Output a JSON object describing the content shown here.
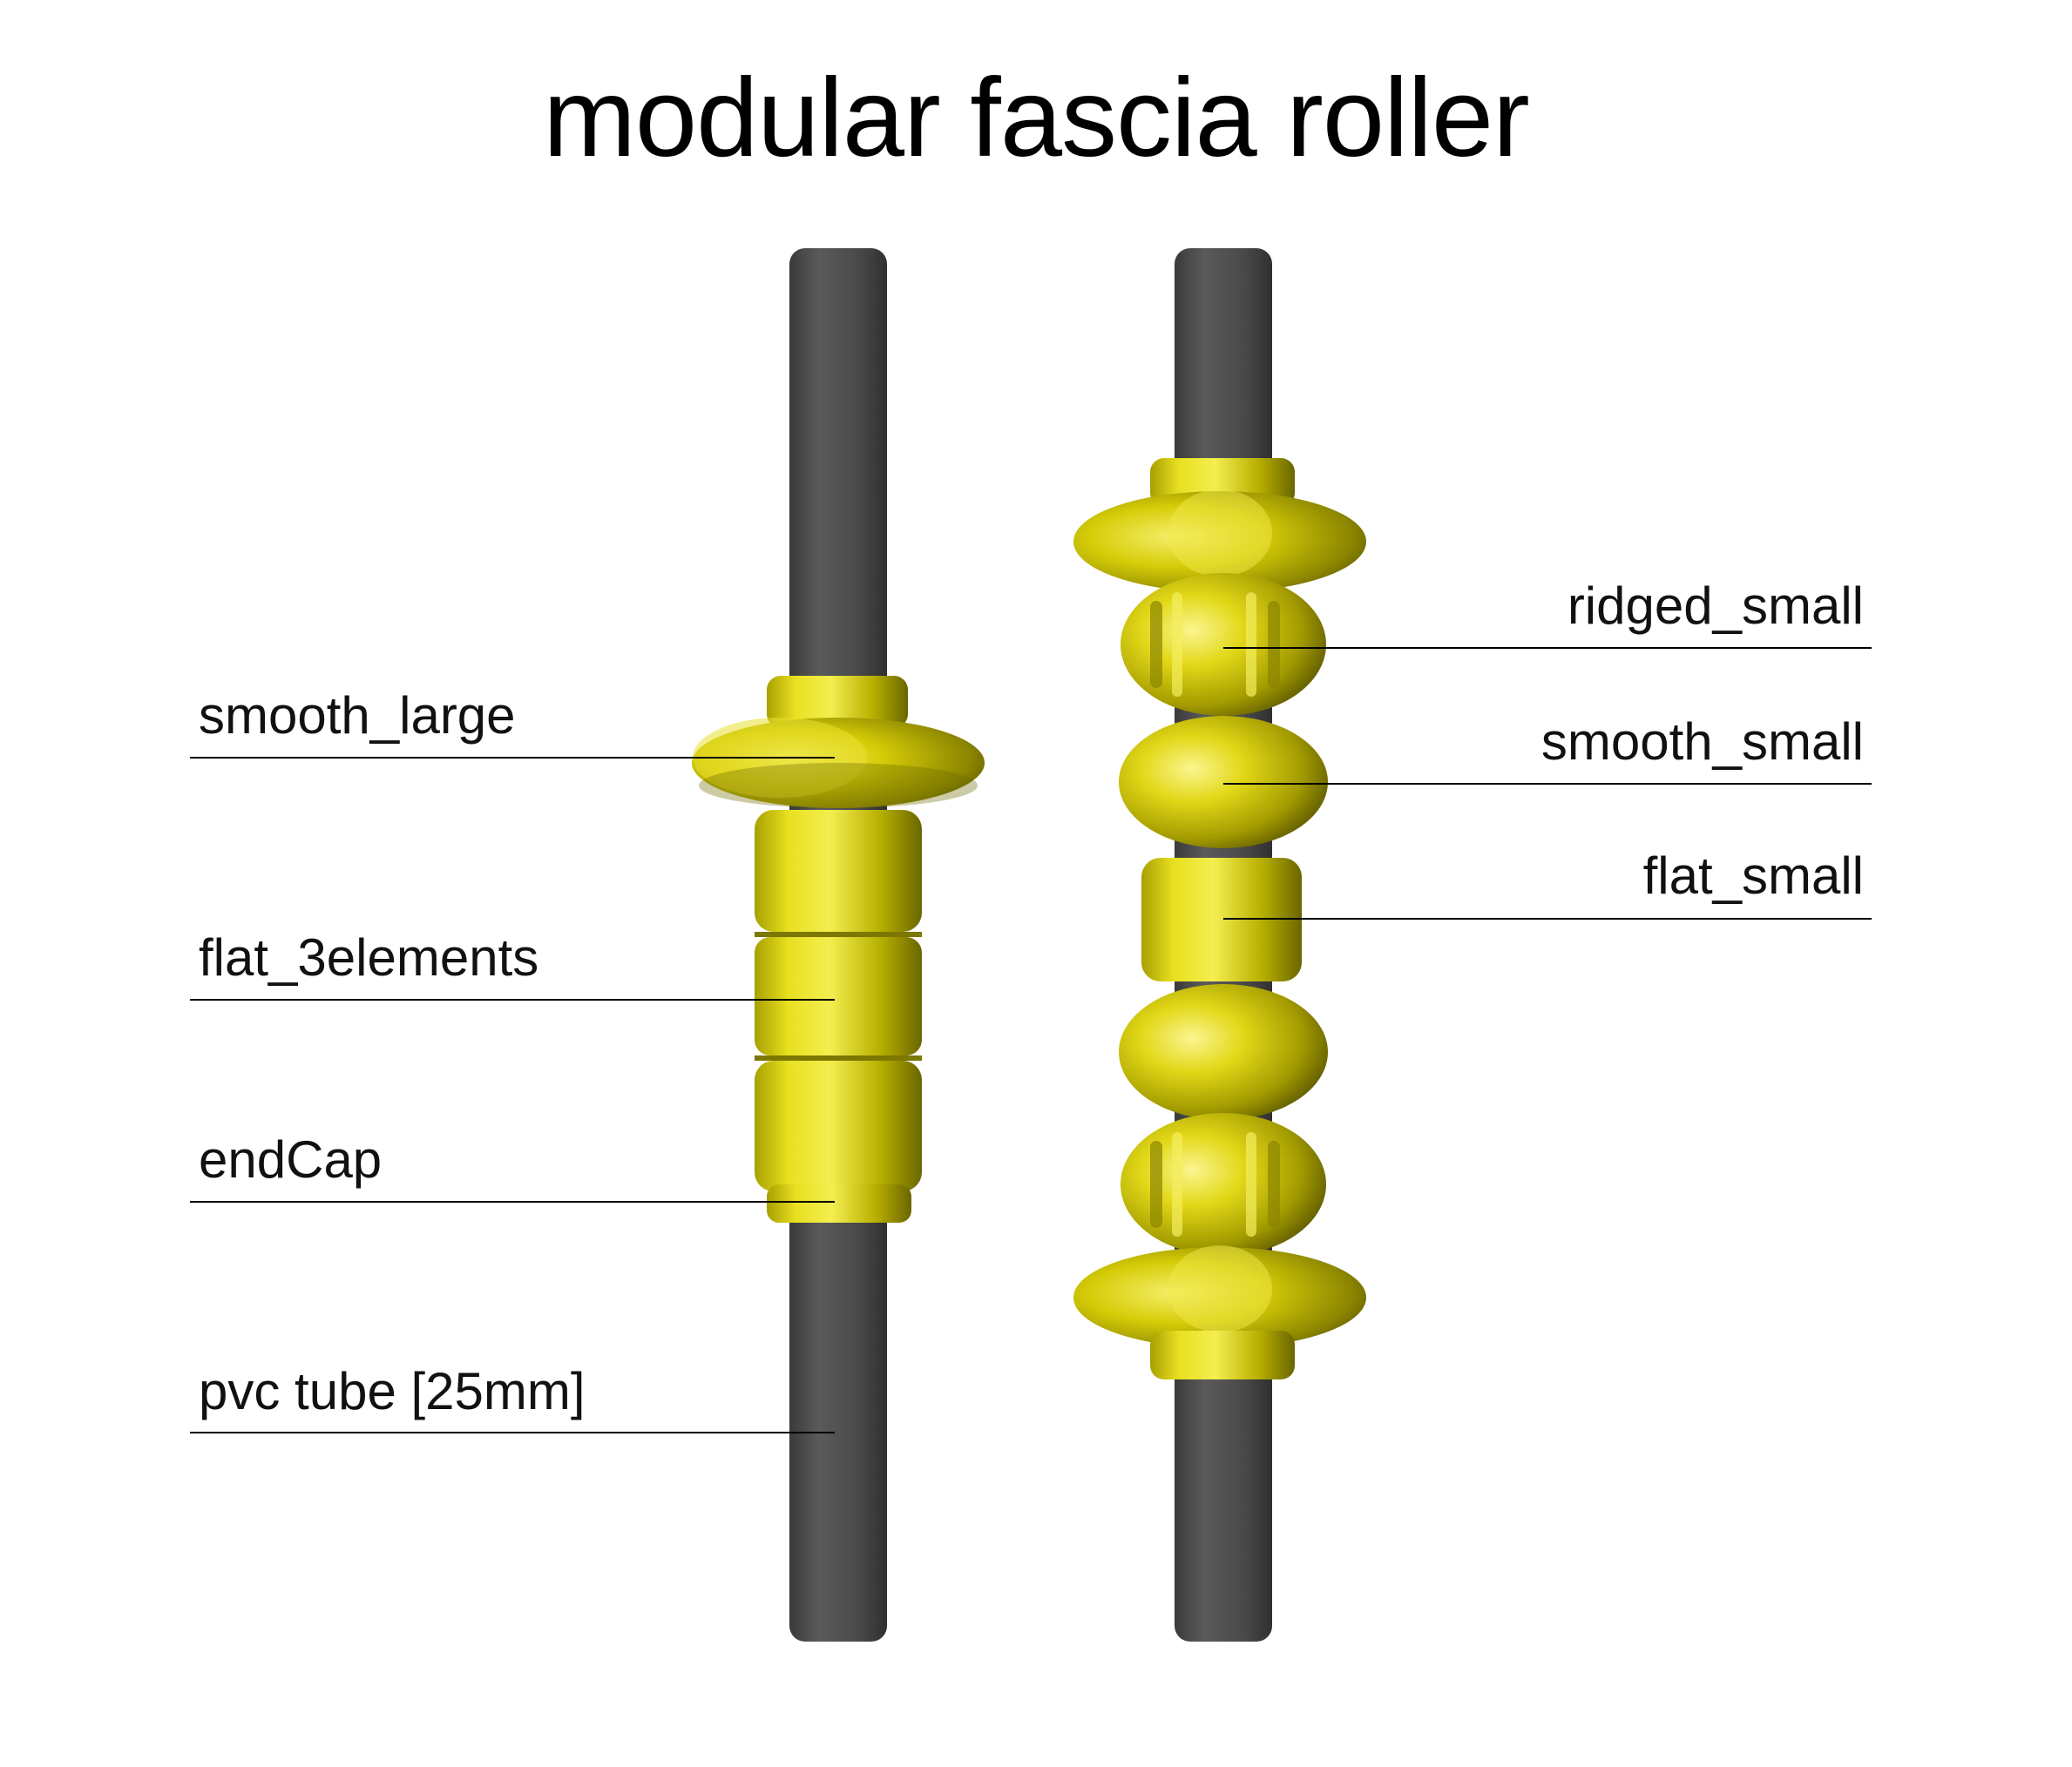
{
  "title": "modular fascia roller",
  "labels_left": [
    {
      "id": "smooth_large",
      "text": "smooth_large"
    },
    {
      "id": "flat_3elements",
      "text": "flat_3elements"
    },
    {
      "id": "endcap",
      "text": "endCap"
    },
    {
      "id": "pvc_tube",
      "text": "pvc tube [25mm]"
    }
  ],
  "labels_right": [
    {
      "id": "ridged_small",
      "text": "ridged_small"
    },
    {
      "id": "smooth_small",
      "text": "smooth_small"
    },
    {
      "id": "flat_small",
      "text": "flat_small"
    }
  ],
  "colors": {
    "tube": "#4a4a4a",
    "tube_highlight": "#5e5e5e",
    "module_light": "#f2ea3a",
    "module_mid": "#c8c000",
    "module_dark": "#6e6a00",
    "leader": "#000000"
  }
}
